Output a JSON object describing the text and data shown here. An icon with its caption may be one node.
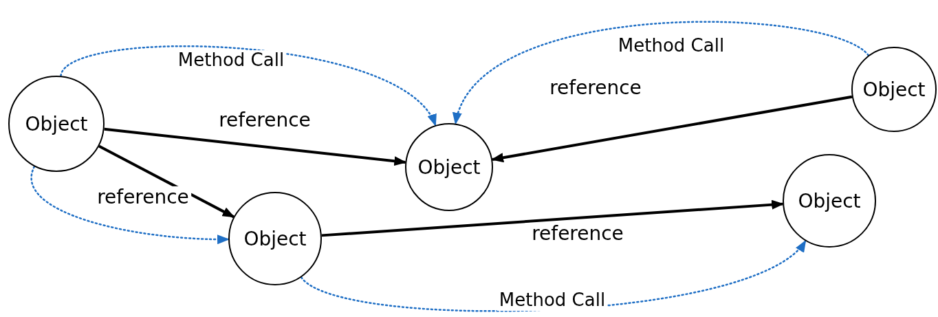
{
  "diagram": {
    "nodes": [
      {
        "text": [
          "Object"
        ]
      },
      {
        "text": [
          "Object"
        ]
      },
      {
        "text": [
          "Object"
        ]
      },
      {
        "text": [
          "Object"
        ]
      },
      {
        "text": [
          "Object"
        ]
      }
    ],
    "edges": [
      {
        "from": 0,
        "to": 1,
        "arrow": "to",
        "label": "reference"
      },
      {
        "from": 0,
        "to": 3,
        "arrow": "to",
        "label": "reference"
      },
      {
        "from": 2,
        "to": 1,
        "arrow": "to",
        "label": "reference"
      },
      {
        "from": 3,
        "to": 4,
        "arrow": "to",
        "label": "reference"
      },
      {
        "from": 0,
        "to": 1,
        "arrow": "to",
        "label": "Method Call",
        "style": "dashed",
        "color": "#1f6fc5"
      },
      {
        "from": 2,
        "to": 1,
        "arrow": "to",
        "label": "Method Call",
        "style": "dashed",
        "color": "#1f6fc5"
      },
      {
        "from": 0,
        "to": 3,
        "arrow": "to",
        "style": "dashed",
        "color": "#1f6fc5"
      },
      {
        "from": 3,
        "to": 4,
        "arrow": "to",
        "label": "Method Call",
        "style": "dashed",
        "color": "#1f6fc5"
      }
    ]
  }
}
